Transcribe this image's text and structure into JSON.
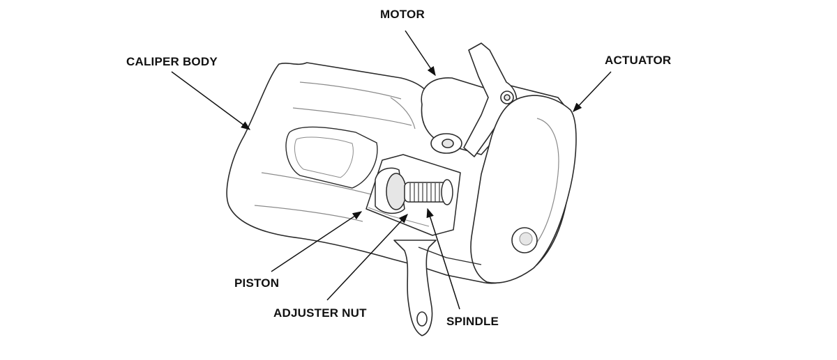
{
  "labels": {
    "motor": "MOTOR",
    "caliper_body": "CALIPER BODY",
    "actuator": "ACTUATOR",
    "piston": "PISTON",
    "adjuster_nut": "ADJUSTER NUT",
    "spindle": "SPINDLE"
  },
  "colors": {
    "outline": "#2a2a2a",
    "detail": "#8a8a8a",
    "highlight": "#e6e6e6",
    "background": "#ffffff"
  }
}
